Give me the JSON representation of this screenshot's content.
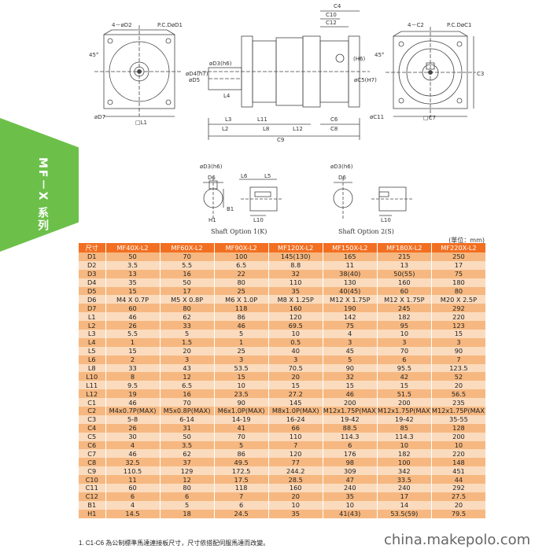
{
  "side_tab": {
    "label": "MF－X 系列"
  },
  "drawing": {
    "front_labels": {
      "holes": "4－øD2",
      "pcd": "P.C.DøD1",
      "angle": "45°",
      "d7": "øD7",
      "l1": "□L1"
    },
    "side_labels": {
      "c4": "C4",
      "c10": "C10",
      "c12": "C12",
      "d4": "øD4(h7)",
      "d5": "øD5",
      "d3": "øD3(h6)",
      "c5": "øC5(H7)",
      "h6": "(H6)",
      "l4": "L4",
      "l3": "L3",
      "l11": "L11",
      "l2": "L2",
      "l8": "L8",
      "l12": "L12",
      "c6": "C6",
      "c8": "C8",
      "c9": "C9"
    },
    "rear_labels": {
      "holes": "4－C2",
      "pcd": "P.C.DøC1",
      "angle": "45°",
      "c11": "øC11",
      "c7": "□C7",
      "c3": "C3"
    },
    "shaft1_labels": {
      "d3": "øD3(h6)",
      "d6": "D6",
      "l6": "L6",
      "l5": "L5",
      "l10": "L10",
      "h1": "H1",
      "b1": "B1"
    },
    "shaft2_labels": {
      "d3": "øD3(h6)",
      "d6": "D6",
      "l10": "L10"
    }
  },
  "shaft_options": [
    "Shaft Option 1(K)",
    "Shaft Option 2(S)"
  ],
  "unit_note": "(單位：mm)",
  "table": {
    "headers": [
      "尺寸",
      "MF40X-L2",
      "MF60X-L2",
      "MF90X-L2",
      "MF120X-L2",
      "MF150X-L2",
      "MF180X-L2",
      "MF220X-L2"
    ],
    "rows": [
      [
        "D1",
        "50",
        "70",
        "100",
        "145(130)",
        "165",
        "215",
        "250"
      ],
      [
        "D2",
        "3.5",
        "5.5",
        "6.5",
        "8.8",
        "11",
        "13",
        "17"
      ],
      [
        "D3",
        "13",
        "16",
        "22",
        "32",
        "38(40)",
        "50(55)",
        "75"
      ],
      [
        "D4",
        "35",
        "50",
        "80",
        "110",
        "130",
        "160",
        "180"
      ],
      [
        "D5",
        "15",
        "17",
        "25",
        "35",
        "40(45)",
        "60",
        "80"
      ],
      [
        "D6",
        "M4 X 0.7P",
        "M5 X 0.8P",
        "M6 X 1.0P",
        "M8 X 1.25P",
        "M12 X 1.75P",
        "M12 X 1.75P",
        "M20 X 2.5P"
      ],
      [
        "D7",
        "60",
        "80",
        "118",
        "160",
        "190",
        "245",
        "292"
      ],
      [
        "L1",
        "46",
        "62",
        "86",
        "120",
        "142",
        "182",
        "220"
      ],
      [
        "L2",
        "26",
        "33",
        "46",
        "69.5",
        "75",
        "95",
        "123"
      ],
      [
        "L3",
        "5.5",
        "5",
        "5",
        "10",
        "4",
        "10",
        "15"
      ],
      [
        "L4",
        "1",
        "1.5",
        "1",
        "0.5",
        "3",
        "3",
        "3"
      ],
      [
        "L5",
        "15",
        "20",
        "25",
        "40",
        "45",
        "70",
        "90"
      ],
      [
        "L6",
        "2",
        "3",
        "3",
        "3",
        "5",
        "6",
        "7"
      ],
      [
        "L8",
        "33",
        "43",
        "53.5",
        "70.5",
        "90",
        "95.5",
        "123.5"
      ],
      [
        "L10",
        "8",
        "12",
        "15",
        "20",
        "32",
        "42",
        "52"
      ],
      [
        "L11",
        "9.5",
        "6.5",
        "10",
        "15",
        "15",
        "15",
        "20"
      ],
      [
        "L12",
        "19",
        "16",
        "23.5",
        "27.2",
        "46",
        "51.5",
        "56.5"
      ],
      [
        "C1",
        "46",
        "70",
        "90",
        "145",
        "200",
        "200",
        "235"
      ],
      [
        "C2",
        "M4x0.7P(MAX)",
        "M5x0.8P(MAX)",
        "M6x1.0P(MAX)",
        "M8x1.0P(MAX)",
        "M12x1.75P(MAX)",
        "M12x1.75P(MAX)",
        "M12x1.75P(MAX)"
      ],
      [
        "C3",
        "5-8",
        "6-14",
        "14-19",
        "16-24",
        "19-42",
        "19-42",
        "35-55"
      ],
      [
        "C4",
        "26",
        "31",
        "41",
        "66",
        "88.5",
        "85",
        "128"
      ],
      [
        "C5",
        "30",
        "50",
        "70",
        "110",
        "114.3",
        "114.3",
        "200"
      ],
      [
        "C6",
        "4",
        "3.5",
        "5",
        "7",
        "6",
        "10",
        "10"
      ],
      [
        "C7",
        "46",
        "62",
        "86",
        "120",
        "176",
        "182",
        "220"
      ],
      [
        "C8",
        "32.5",
        "37",
        "49.5",
        "77",
        "98",
        "100",
        "148"
      ],
      [
        "C9",
        "110.5",
        "129",
        "172.5",
        "244.2",
        "309",
        "342",
        "451"
      ],
      [
        "C10",
        "11",
        "12",
        "17.5",
        "28.5",
        "47",
        "33.5",
        "44"
      ],
      [
        "C11",
        "60",
        "80",
        "118",
        "160",
        "240",
        "240",
        "292"
      ],
      [
        "C12",
        "6",
        "6",
        "7",
        "20",
        "35",
        "17",
        "27.5"
      ],
      [
        "B1",
        "4",
        "5",
        "6",
        "10",
        "10",
        "14",
        "20"
      ],
      [
        "H1",
        "14.5",
        "18",
        "24.5",
        "35",
        "41(43)",
        "53.5(59)",
        "79.5"
      ]
    ]
  },
  "footnote": "1. C1-C6 為公制標準馬達連接板尺寸，尺寸依搭配伺服馬達而改變。",
  "watermark": "china.makepolo.com"
}
